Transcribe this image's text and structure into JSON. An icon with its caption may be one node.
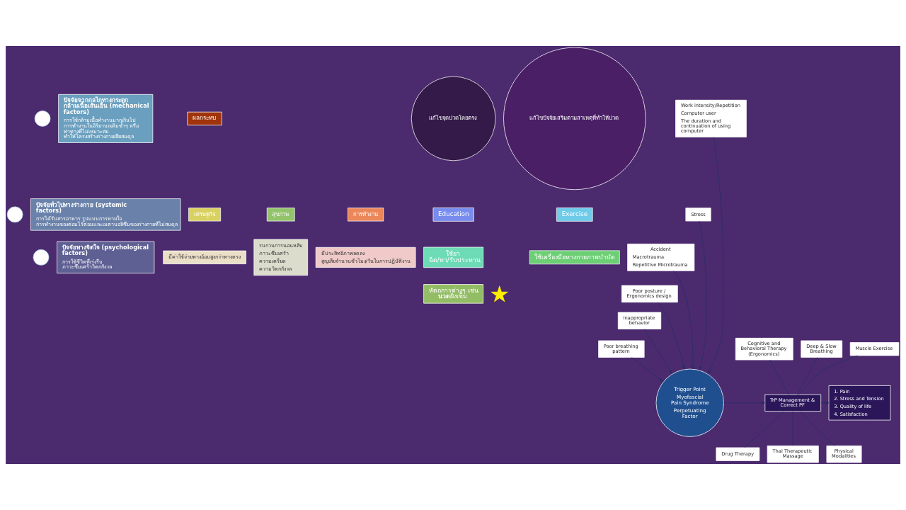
{
  "diagram": {
    "nodes": [
      {
        "text": [
          "ปัจจัยจากกลไกทางกระดูก กล้ามเนื้อเส้นเอ็น (mechanical factors)",
          "การใช้กล้ามเนื้อทำงานมากเกินไป การทำงานในอิริยาบถเดิมซ้ำๆ หรือ ท่าทางที่ไม่เหมาะสม ทำให้โครงสร้างร่างกายเสียสมดุล"
        ]
      },
      {
        "text": [],
        "shape": "circle"
      },
      {
        "text": [
          "ปัจจัยทั่วไปทางร่างกาย (systemic factors)",
          "การได้รับสารอาหาร รูปแบบการหายใจ การทำงานของต่อมไร้ต่อมและเมตาบอลิซึมของร่างกายที่ไม่สมดุล"
        ]
      },
      {
        "text": [],
        "shape": "circle"
      },
      {
        "text": [
          "ปัจจัยทางจิตใจ (psychological factors)",
          "การใช้ชีวิตที่เร่งรีบ ภาวะซึมเศร้าวิตกกังวล"
        ]
      },
      {
        "text": [],
        "shape": "circle"
      },
      {
        "text": [
          "ผลกระทบ"
        ]
      },
      {
        "text": [
          "สุขภาพ"
        ]
      },
      {
        "text": [
          "รบกวนการนอนหลับ",
          "ภาวะซึมเศร้า",
          "ความเครียด",
          "ความวิตกกังวล"
        ]
      },
      {
        "text": [
          "เศรษฐกิจ"
        ]
      },
      {
        "text": [
          "มีค่าใช้จ่ายทางอ้อมสูงกว่าทางตรง"
        ]
      },
      {
        "text": [
          "การทำงาน"
        ]
      },
      {
        "text": [
          "มีประสิทธิภาพลดลง",
          "สูญเสียจำนวนชั่วโมง/วันในการปฏิบัติงาน"
        ]
      },
      {
        "text": [
          "แก้ไขจุดปวดโดยตรง"
        ]
      },
      {
        "text": [
          "แก้ไขปัจจัยเสริมตามสาเหตุที่ทำให้ปวด"
        ]
      },
      {
        "text": [
          "Education"
        ]
      },
      {
        "text": [
          "Exercise"
        ]
      },
      {
        "text": [
          "ใช้ยา ฉีด/ทา/รับประทาน"
        ]
      },
      {
        "text": [
          "ใช้เครื่องมือทางกายภาพบำบัด"
        ]
      },
      {
        "text": [
          "หัตถการต่างๆ เช่น **นวด** ฝังเข็ม"
        ]
      },
      {
        "text": [],
        "shape": "star"
      },
      {
        "text": [
          "Work intensity/Repetition",
          "Computer user",
          "The duration and continuation of using computer"
        ]
      },
      {
        "text": [
          "Stress"
        ]
      },
      {
        "text": [
          "Accident",
          "Macrotrauma",
          "Repetitive Microtrauma"
        ]
      },
      {
        "text": [
          "Poor posture / Ergonomics design"
        ]
      },
      {
        "text": [
          "Inappropriate behavior"
        ]
      },
      {
        "text": [
          "Poor breathing pattern"
        ]
      },
      {
        "text": [
          "Trigger Point",
          "Myofascial Pain Syndrome",
          "Perpetuating Factor"
        ]
      },
      {
        "text": [
          "TrP Management & Correct PF"
        ]
      },
      {
        "text": [
          "Cognitive and Behavioral Therapy (Ergonomics)"
        ]
      },
      {
        "text": [
          "Deep & Slow Breathing"
        ]
      },
      {
        "text": [
          "Muscle Exercise"
        ]
      },
      {
        "text": [
          "Drug Therapy"
        ]
      },
      {
        "text": [
          "Thai Therapeutic Massage"
        ]
      },
      {
        "text": [
          "Physical Modalities"
        ]
      },
      {
        "text": [
          "1. Pain",
          "2. Stress and Tension",
          "3. Quality of life",
          "4. Satisfaction"
        ]
      }
    ],
    "edges": [
      {
        "from": 21,
        "to": 27,
        "arrow": "to"
      },
      {
        "from": 22,
        "to": 27,
        "arrow": "to"
      },
      {
        "from": 23,
        "to": 27,
        "arrow": "to"
      },
      {
        "from": 24,
        "to": 27,
        "arrow": "to"
      },
      {
        "from": 25,
        "to": 27,
        "arrow": "to"
      },
      {
        "from": 26,
        "to": 27,
        "arrow": "to"
      },
      {
        "from": 27,
        "to": 28,
        "arrow": "to"
      },
      {
        "from": 29,
        "to": 28,
        "arrow": "none"
      },
      {
        "from": 30,
        "to": 28,
        "arrow": "none"
      },
      {
        "from": 31,
        "to": 28,
        "arrow": "none"
      },
      {
        "from": 28,
        "to": 32,
        "arrow": "none"
      },
      {
        "from": 28,
        "to": 33,
        "arrow": "none"
      },
      {
        "from": 28,
        "to": 34,
        "arrow": "none"
      },
      {
        "from": 28,
        "to": 35,
        "arrow": "to"
      }
    ]
  }
}
